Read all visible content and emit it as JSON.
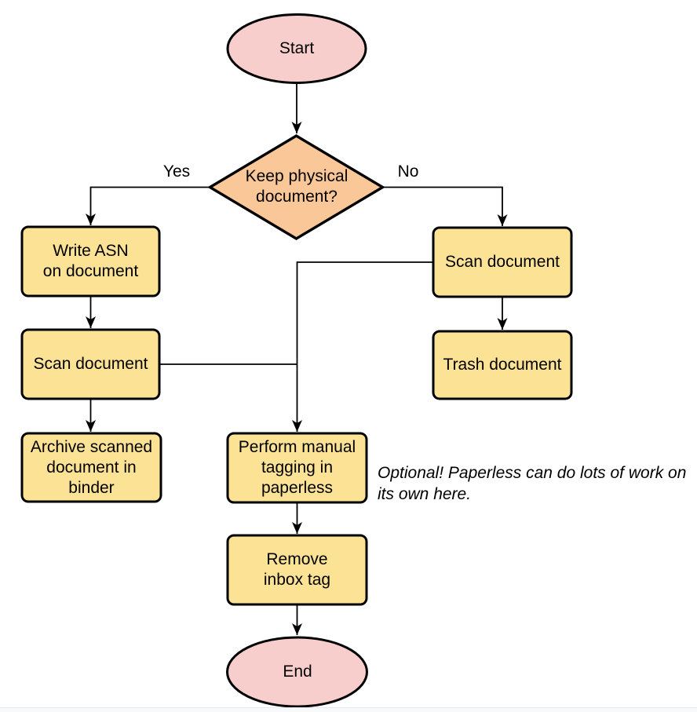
{
  "diagram": {
    "nodes": {
      "start": "Start",
      "decision": "Keep physical\ndocument?",
      "write_asn": "Write ASN\non document",
      "scan_left": "Scan document",
      "archive": "Archive scanned\ndocument in\nbinder",
      "scan_right": "Scan document",
      "trash": "Trash document",
      "perform_tagging": "Perform manual\ntagging in\npaperless",
      "remove_inbox": "Remove\ninbox tag",
      "end": "End"
    },
    "edge_labels": {
      "yes": "Yes",
      "no": "No"
    },
    "note": "Optional! Paperless can do lots of work on\nits own here.",
    "colors": {
      "terminal_fill": "#f8cecc",
      "decision_fill": "#fac898",
      "process_fill": "#fce294",
      "stroke": "#000000"
    }
  }
}
